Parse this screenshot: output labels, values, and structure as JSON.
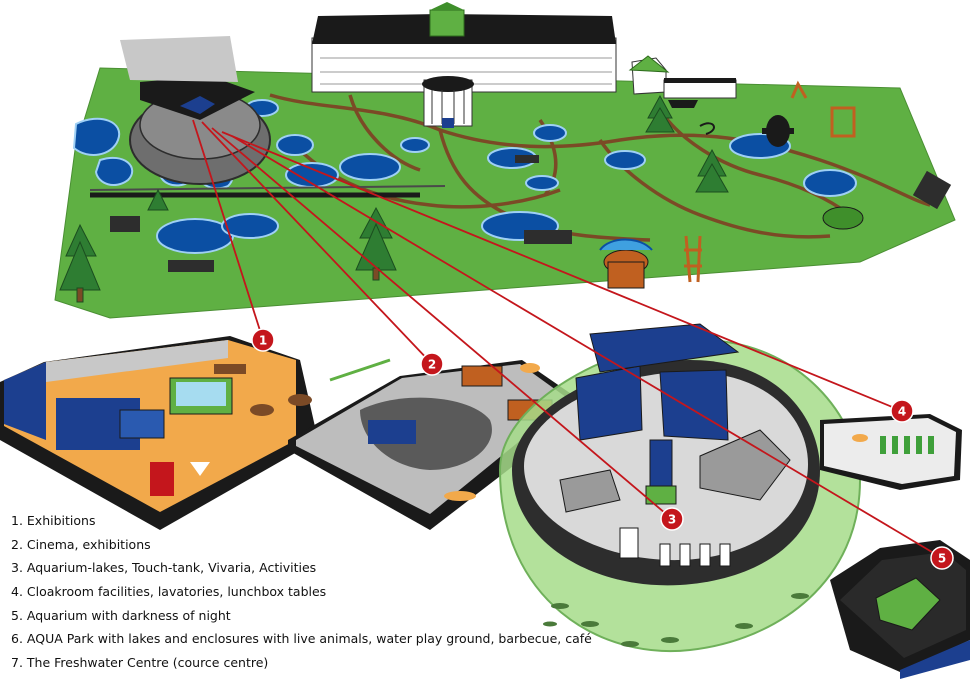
{
  "legend": {
    "items": [
      "1. Exhibitions",
      "2. Cinema, exhibitions",
      "3. Aquarium-lakes, Touch-tank, Vivaria, Activities",
      "4. Cloakroom facilities, lavatories, lunchbox tables",
      "5. Aquarium with darkness of night",
      "6. AQUA Park with lakes and enclosures with live animals, water play ground, barbecue, café",
      "7. The Freshwater Centre (cource centre)"
    ]
  },
  "markers": [
    {
      "label": "1"
    },
    {
      "label": "2"
    },
    {
      "label": "3"
    },
    {
      "label": "4"
    },
    {
      "label": "5"
    }
  ],
  "colors": {
    "grass": "#5fb043",
    "water": "#0b4fa3",
    "path": "#7b4a26",
    "marker": "#c4161c",
    "floor": "#f2a94b",
    "building_blue": "#1c3f8f",
    "roof_black": "#1a1a1a",
    "glass_green": "#a6dc8a"
  }
}
